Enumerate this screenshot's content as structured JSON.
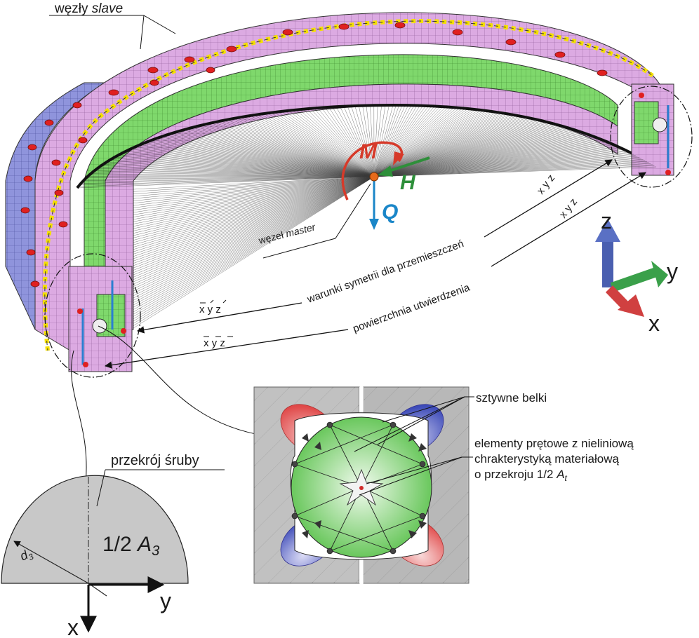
{
  "labels": {
    "slave_nodes_prefix": "węzły",
    "slave_nodes_italic": "slave",
    "master_prefix": "węzeł",
    "master_italic": "master",
    "load_moment": "M",
    "load_horizontal": "H",
    "load_vertical": "Q",
    "symmetry_conditions": "warunki symetrii dla przemieszczeń",
    "fixed_surface": "powierzchnia utwierdzenia",
    "dof_free_line": "x y z",
    "dof_fixed_line": "x y z",
    "bolt_section": "przekrój śruby",
    "rigid_beams": "sztywne belki",
    "bar_elements_line1": "elementy prętowe z nieliniową",
    "bar_elements_line2": "chrakterystyką materiałową",
    "bar_elements_line3_prefix": "o przekroju 1/2 ",
    "bar_elements_line3_symbol": "A",
    "bar_elements_line3_sub": "t",
    "half_area_prefix": "1/2 ",
    "half_area_symbol": "A",
    "half_area_sub": "3",
    "diameter_symbol": "d",
    "diameter_sub": "3",
    "axis_z": "z",
    "axis_y": "y",
    "axis_x": "x",
    "section_axis_y": "y",
    "section_axis_x": "x"
  },
  "colors": {
    "outer_ring": "#d9a6e0",
    "blue_mesh": "#8b8fd8",
    "green_mesh": "#7dd86a",
    "slave_nodes": "#f5e000",
    "bolt_holes": "#e02020",
    "moment": "#d63a2a",
    "force_h": "#2e8f3a",
    "force_q": "#1a86c8",
    "section_fill": "#c8c8c8",
    "axis_z": "#4a5fb0",
    "axis_y": "#3aa04a",
    "axis_x": "#d04040"
  }
}
